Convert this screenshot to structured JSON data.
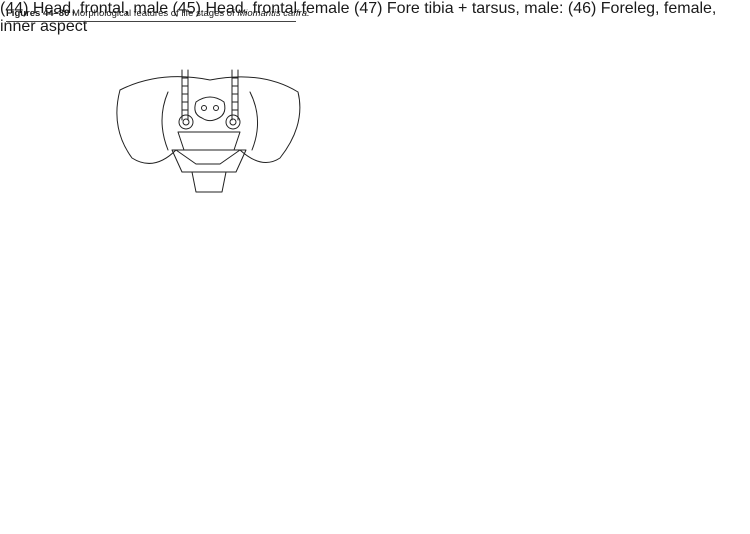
{
  "header": {
    "lead": "Figures 44–80",
    "text": "Morphological features of life stages of",
    "species": "Miomantis caffra."
  },
  "figures": [
    {
      "id": "44",
      "num": "(44)",
      "caption": "Head, frontal, male"
    },
    {
      "id": "45",
      "num": "(45)",
      "caption": "Head, frontal,female"
    },
    {
      "id": "47",
      "num": "(47)",
      "caption": "Fore tibia + tarsus, male:"
    },
    {
      "id": "46",
      "num": "(46)",
      "caption": "Foreleg, female, inner aspect"
    }
  ]
}
